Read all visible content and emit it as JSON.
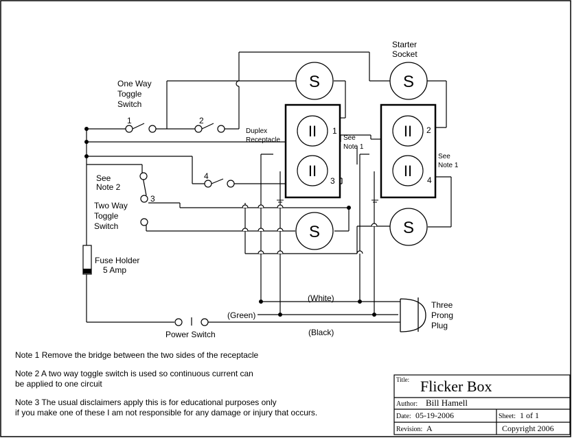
{
  "labels": {
    "starter_socket_line1": "Starter",
    "starter_socket_line2": "Socket",
    "one_way_line1": "One Way",
    "one_way_line2": "Toggle",
    "one_way_line3": "Switch",
    "duplex_line1": "Duplex",
    "duplex_line2": "Receptacle",
    "see_note1_line1": "See",
    "see_note1_line2": "Note 1",
    "see_note2_line1": "See",
    "see_note2_line2": "Note 2",
    "two_way_line1": "Two Way",
    "two_way_line2": "Toggle",
    "two_way_line3": "Switch",
    "fuse_line1": "Fuse Holder",
    "fuse_line2": "5 Amp",
    "power_switch": "Power Switch",
    "white": "(White)",
    "green": "(Green)",
    "black": "(Black)",
    "plug_line1": "Three",
    "plug_line2": "Prong",
    "plug_line3": "Plug",
    "socket_symbol": "S",
    "outlet_symbol": "II",
    "n1": "1",
    "n2": "2",
    "n3": "3",
    "n4": "4"
  },
  "notes": {
    "note1": "Note 1 Remove the bridge between the two sides of the receptacle",
    "note2_line1": "Note 2 A two way toggle switch is used so continuous current can",
    "note2_line2": "be applied to one circuit",
    "note3_line1": "Note 3 The usual disclaimers apply this is for educational purposes only",
    "note3_line2": "if you make one of these I am not responsible for any damage or injury that occurs."
  },
  "title_block": {
    "title_label": "Title:",
    "title": "Flicker Box",
    "author_label": "Author:",
    "author": "Bill Hamell",
    "date_label": "Date:",
    "date": "05-19-2006",
    "sheet_label": "Sheet:",
    "sheet": "1 of 1",
    "revision_label": "Revision:",
    "revision": "A",
    "copyright": "Copyright 2006"
  }
}
